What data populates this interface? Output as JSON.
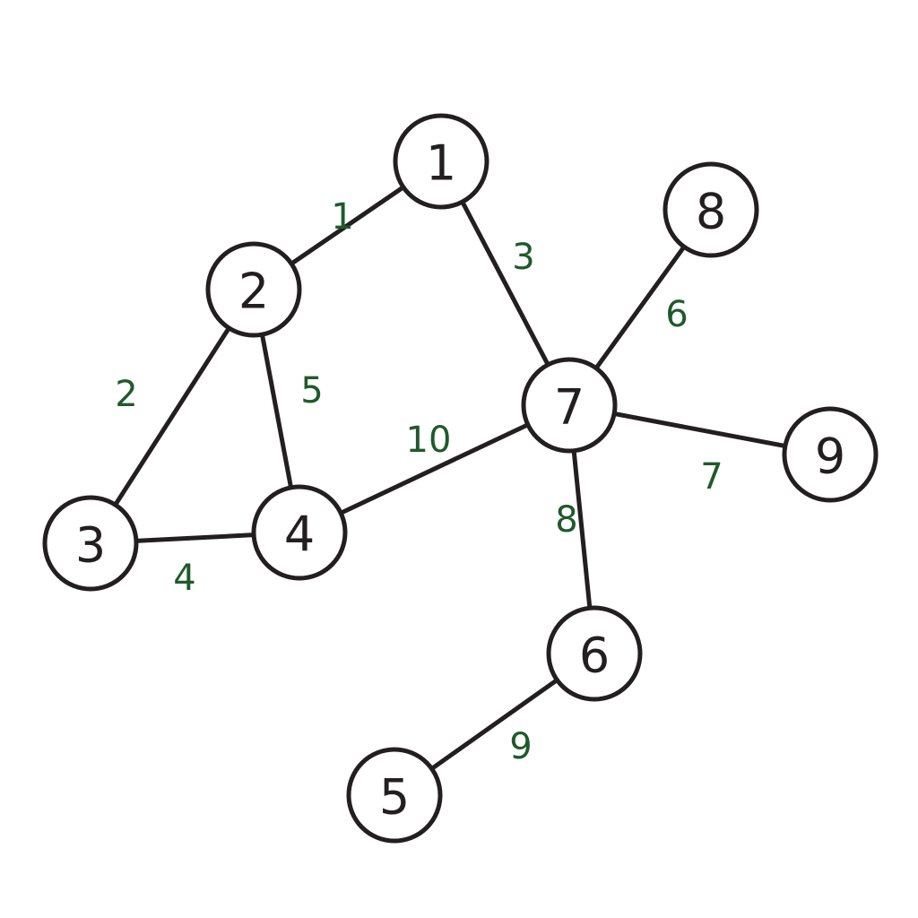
{
  "graph": {
    "nodes": [
      {
        "id": "1",
        "label": "1"
      },
      {
        "id": "2",
        "label": "2"
      },
      {
        "id": "3",
        "label": "3"
      },
      {
        "id": "4",
        "label": "4"
      },
      {
        "id": "5",
        "label": "5"
      },
      {
        "id": "6",
        "label": "6"
      },
      {
        "id": "7",
        "label": "7"
      },
      {
        "id": "8",
        "label": "8"
      },
      {
        "id": "9",
        "label": "9"
      }
    ],
    "edges": [
      {
        "from": "1",
        "to": "2",
        "weight": "1"
      },
      {
        "from": "2",
        "to": "3",
        "weight": "2"
      },
      {
        "from": "1",
        "to": "7",
        "weight": "3"
      },
      {
        "from": "3",
        "to": "4",
        "weight": "4"
      },
      {
        "from": "2",
        "to": "4",
        "weight": "5"
      },
      {
        "from": "7",
        "to": "8",
        "weight": "6"
      },
      {
        "from": "7",
        "to": "9",
        "weight": "7"
      },
      {
        "from": "7",
        "to": "6",
        "weight": "8"
      },
      {
        "from": "6",
        "to": "5",
        "weight": "9"
      },
      {
        "from": "4",
        "to": "7",
        "weight": "10"
      }
    ],
    "colors": {
      "stroke": "#231f20",
      "node_fill": "#ffffff",
      "weight_text": "#1f5a2a"
    }
  }
}
